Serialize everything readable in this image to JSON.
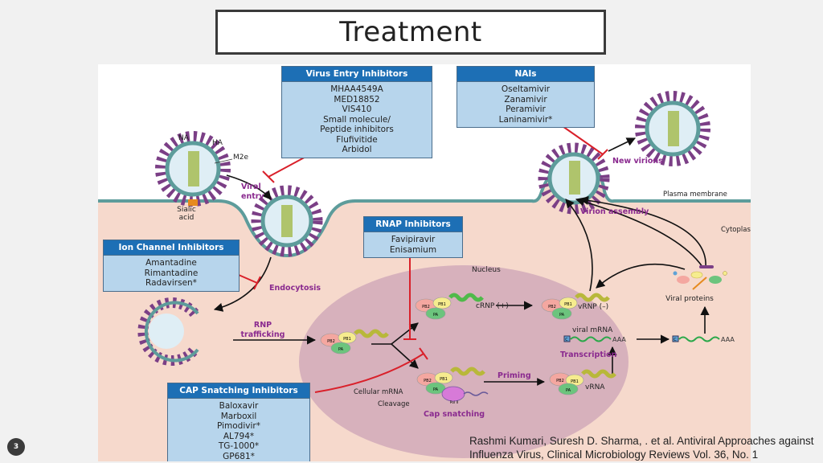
{
  "slide": {
    "title": "Treatment",
    "slide_number": "3",
    "citation": {
      "line1": "Rashmi Kumari, Suresh D. Sharma, . et al. Antiviral Approaches against",
      "line2": "Influenza Virus, Clinical Microbiology Reviews Vol. 36, No. 1"
    }
  },
  "colors": {
    "box_header": "#1d6fb5",
    "box_body": "#b7d5ec",
    "inhibition_line": "#d9202a",
    "process_label": "#8a2a8f",
    "cytoplasm": "#f6d9cc",
    "nucleus": "#d7b1bc",
    "membrane": "#5d9c9b",
    "virion_spike": "#7b3f86"
  },
  "inhibitor_boxes": {
    "virus_entry": {
      "title": "Virus Entry Inhibitors",
      "items": [
        "MHAA4549A",
        "MED18852",
        "VIS410",
        "Small molecule/",
        "Peptide inhibitors",
        "Flufivitide",
        "Arbidol"
      ]
    },
    "nais": {
      "title": "NAIs",
      "items": [
        "Oseltamivir",
        "Zanamivir",
        "Peramivir",
        "Laninamivir*"
      ]
    },
    "ion_channel": {
      "title": "Ion Channel Inhibitors",
      "items": [
        "Amantadine",
        "Rimantadine",
        "Radavirsen*"
      ]
    },
    "rnap": {
      "title": "RNAP Inhibitors",
      "items": [
        "Favipiravir",
        "Enisamium"
      ]
    },
    "cap_snatching": {
      "title": "CAP Snatching Inhibitors",
      "items": [
        "Baloxavir",
        "Marboxil",
        "Pimodivir*",
        "AL794*",
        "TG-1000*",
        "GP681*"
      ]
    }
  },
  "labels": {
    "na": "NA",
    "ha": "HA",
    "m2e": "M2e",
    "sialic_acid_1": "Sialic",
    "sialic_acid_2": "acid",
    "viral_entry_1": "Viral",
    "viral_entry_2": "entry",
    "endocytosis": "Endocytosis",
    "rnp_trafficking_1": "RNP",
    "rnp_trafficking_2": "trafficking",
    "nucleus": "Nucleus",
    "cytoplasm": "Cytoplasm",
    "plasma_membrane": "Plasma membrane",
    "new_virions": "New virions",
    "virion_assembly": "Virion assembly",
    "viral_proteins": "Viral proteins",
    "crnp": "cRNP (+)",
    "vrnp": "vRNP (–)",
    "viral_mrna": "viral mRNA",
    "aaa": "AAA",
    "cap": "C",
    "transcription": "Transcription",
    "priming": "Priming",
    "vrna": "vRNA",
    "cellular_mrna": "Cellular mRNA",
    "cleavage": "Cleavage",
    "cap_snatching": "Cap snatching",
    "pb2": "PB2",
    "pb1": "PB1",
    "pa": "PA",
    "pol_ii": "Pol II"
  }
}
